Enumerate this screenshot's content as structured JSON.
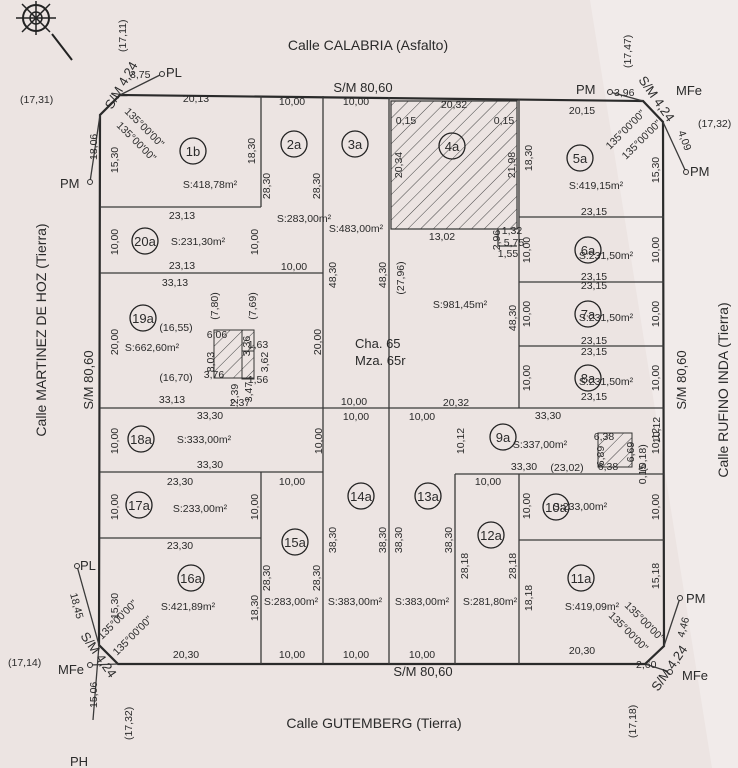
{
  "streets": {
    "north": "Calle CALABRIA (Asfalto)",
    "south": "Calle GUTEMBERG (Tierra)",
    "west": "Calle MARTINEZ DE HOZ (Tierra)",
    "east": "Calle RUFINO INDA (Tierra)"
  },
  "block": {
    "sm_north": "S/M 80,60",
    "sm_south": "S/M 80,60",
    "sm_west": "S/M 80,60",
    "sm_east": "S/M 80,60",
    "cha": "Cha. 65",
    "mza": "Mza. 65r"
  },
  "corners": {
    "nw_sm": "S/M 4,24",
    "ne_sm": "S/M 4,24",
    "sw_sm": "S/M 4,24",
    "se_sm": "S/M 4,24",
    "angle": "135°00'00\"",
    "nw_top": "3,75",
    "nw_left": "18,06",
    "nw_out_left": "(17,31)",
    "nw_out_top": "(17,11)",
    "ne_top": "3,96",
    "ne_right": "4,09",
    "ne_out_right": "(17,32)",
    "ne_out_top": "(17,47)",
    "sw_left": "18,45",
    "sw_out_left": "(17,14)",
    "sw_bottom": "15,06",
    "sw_out_bottom": "(17,32)",
    "se_right": "4,46",
    "se_bottom": "2,60",
    "se_out_bottom": "(17,18)",
    "pl": "PL",
    "pm": "PM",
    "mfe": "MFe",
    "ph": "PH"
  },
  "lots": [
    {
      "id": "1b",
      "area": "S:418,78m²"
    },
    {
      "id": "2a",
      "area": "S:283,00m²"
    },
    {
      "id": "3a",
      "area": "S:483,00m²"
    },
    {
      "id": "4a",
      "area": "S:981,45m²"
    },
    {
      "id": "5a",
      "area": "S:419,15m²"
    },
    {
      "id": "6a",
      "area": "S:231,50m²"
    },
    {
      "id": "7a",
      "area": "S:231,50m²"
    },
    {
      "id": "8a",
      "area": "S:231,50m²"
    },
    {
      "id": "9a",
      "area": "S:337,00m²"
    },
    {
      "id": "10a",
      "area": "S:233,00m²"
    },
    {
      "id": "11a",
      "area": "S:419,09m²"
    },
    {
      "id": "12a",
      "area": "S:281,80m²"
    },
    {
      "id": "13a",
      "area": "S:383,00m²"
    },
    {
      "id": "14a",
      "area": "S:383,00m²"
    },
    {
      "id": "15a",
      "area": "S:283,00m²"
    },
    {
      "id": "16a",
      "area": "S:421,89m²"
    },
    {
      "id": "17a",
      "area": "S:233,00m²"
    },
    {
      "id": "18a",
      "area": "S:333,00m²"
    },
    {
      "id": "19a",
      "area": "S:662,60m²"
    },
    {
      "id": "20a",
      "area": "S:231,30m²"
    }
  ],
  "dims": {
    "t1": "20,13",
    "t2": "10,00",
    "t3": "10,00",
    "t4": "20,32",
    "t5": "20,15",
    "b1": "20,30",
    "b2": "10,00",
    "b3": "10,00",
    "b4": "10,00",
    "b5": "20,30",
    "w1": "15,30",
    "w2": "10,00",
    "w3": "20,00",
    "w4": "10,00",
    "w5": "10,00",
    "w6": "15,30",
    "e1": "15,30",
    "e2": "10,00",
    "e3": "10,00",
    "e4": "10,00",
    "e5": "10,12",
    "e6": "10,00",
    "e7": "15,18",
    "r1_23_13a": "23,13",
    "r1_23_13b": "23,13",
    "r1_33_13a": "33,13",
    "r1_33_13b": "33,13",
    "r2_33_30a": "33,30",
    "r2_33_30b": "33,30",
    "r2_23_30a": "23,30",
    "r2_23_30b": "23,30",
    "r2_10a": "10,00",
    "r2_10b": "10,00",
    "l_18_30": "18,30",
    "l_28_30a": "28,30",
    "l_28_30b": "28,30",
    "l_10": "10,00",
    "c_48_30a": "48,30",
    "c_48_30b": "48,30",
    "c_10": "10,00",
    "c_20_00": "20,00",
    "c_4a_20_34": "20,34",
    "c_4a_21_98": "21,98",
    "c_4a_015a": "0,15",
    "c_4a_015b": "0,15",
    "c_13_02": "13,02",
    "c_2_96": "2,96",
    "c_5_75": "5,75",
    "c_1_32": "1,32",
    "c_1_55": "1,55",
    "c_27_96": "(27,96)",
    "c_48_30c": "48,30",
    "c_20_32": "20,32",
    "r_18_30": "18,30",
    "r_23_15a": "23,15",
    "r_23_15b": "23,15",
    "r_23_15c": "23,15",
    "r_23_15d": "23,15",
    "r_23_15e": "23,15",
    "r_23_15f": "23,15",
    "r_10a": "10,00",
    "r_10b": "10,00",
    "r_10c": "10,00",
    "p19_7_80": "(7,80)",
    "p19_7_69": "(7,69)",
    "p19_16_55": "(16,55)",
    "p19_16_70": "(16,70)",
    "p19_6_06": "6,06",
    "p19_3_36": "3,36",
    "p19_8_03": "8,03",
    "p19_1_63": "1,63",
    "p19_3_62": "3,62",
    "p19_3_76": "3,76",
    "p19_2_39": "2,39",
    "p19_3_47": "3,47",
    "p19_1_56": "1,56",
    "p19_2_37": "2,37",
    "s_10_12": "10,12",
    "s_33_30c": "33,30",
    "s_33_30d": "33,30",
    "s_23_02": "(23,02)",
    "s_6_38a": "6,38",
    "s_6_38b": "6,38",
    "s_6_89": "6,89",
    "s_6_69": "6,69",
    "s_0_18": "(0,18)",
    "s_0_15": "0,15",
    "s_10_12b": "10,12",
    "s_10_00": "10,00",
    "m_38_30a": "38,30",
    "m_38_30b": "38,30",
    "m_38_30c": "38,30",
    "m_38_30d": "38,30",
    "m_28_18a": "28,18",
    "m_28_18b": "28,18",
    "m_18_18": "18,18",
    "m_28_30a": "28,30",
    "m_28_30b": "28,30",
    "m_18_30": "18,30",
    "m_10a": "10,00",
    "m_10b": "10,00",
    "m_10c": "10,00",
    "m_10d": "10,00",
    "m_10e": "10,00"
  },
  "icons": {
    "compass": "compass-rose-icon"
  }
}
